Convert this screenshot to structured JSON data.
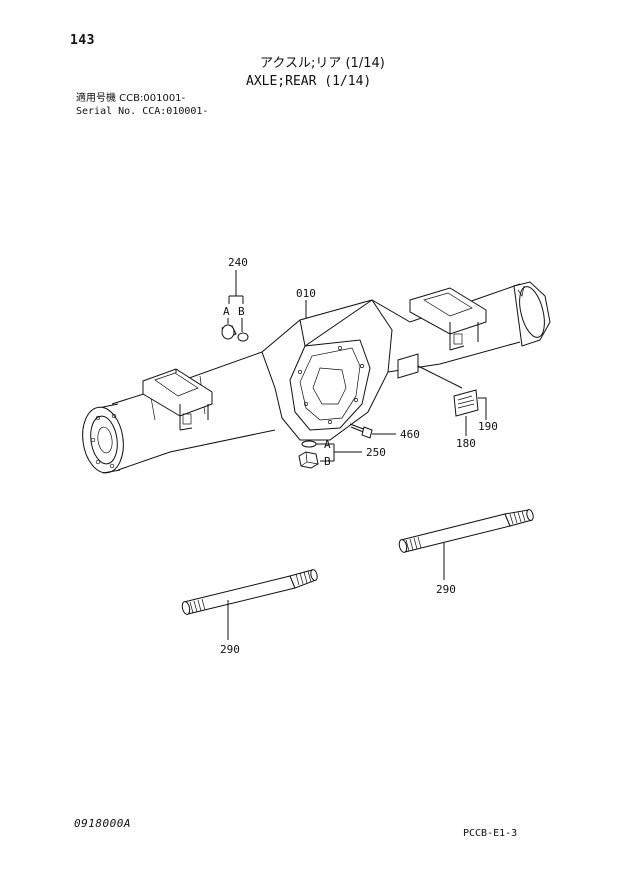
{
  "header": {
    "page_number": "143",
    "title_jp": "アクスル;リア (1/14)",
    "title_en": "AXLE;REAR (1/14)",
    "serial_line_jp": "適用号機 CCB:001001-",
    "serial_line_en": "Serial No. CCA:010001-"
  },
  "callouts": {
    "p240": "240",
    "p010": "010",
    "p460": "460",
    "p250": "250",
    "p180": "180",
    "p190": "190",
    "p290_right": "290",
    "p290_left": "290",
    "sub_a_top": "A",
    "sub_b_top": "B",
    "sub_a_bottom": "A",
    "sub_b_bottom": "B"
  },
  "footer": {
    "drawing_code": "0918000A",
    "page_code": "PCCB-E1-3"
  }
}
